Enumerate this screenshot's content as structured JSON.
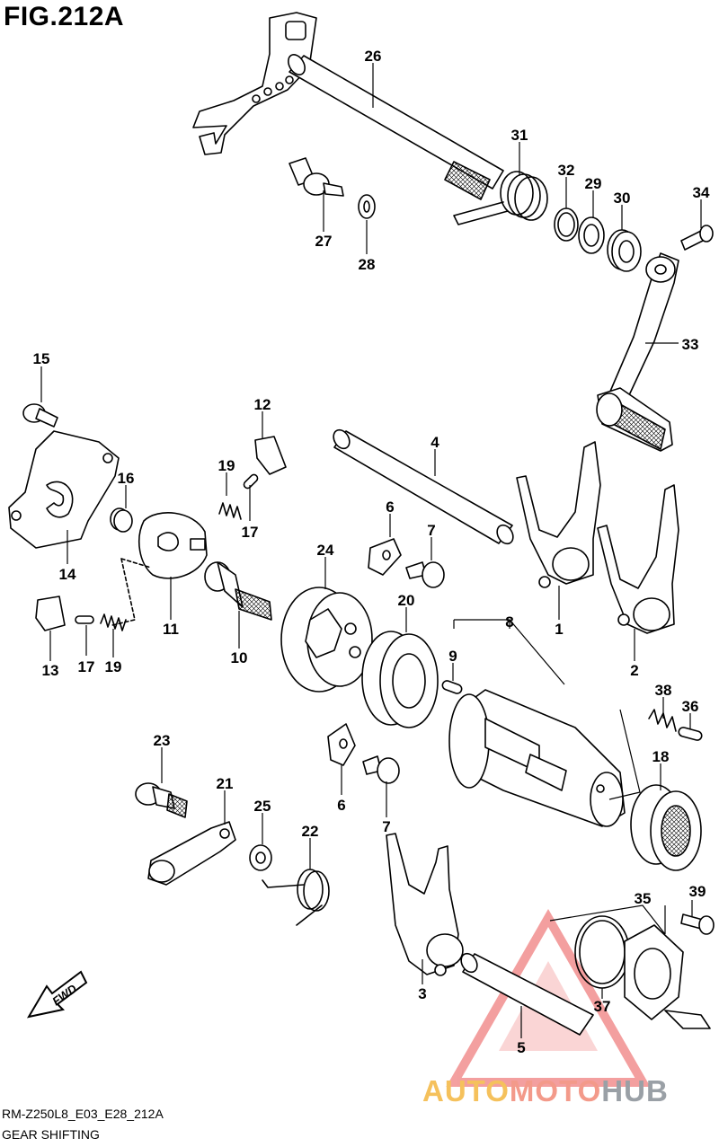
{
  "figure": {
    "title": "FIG.212A",
    "code": "RM-Z250L8_E03_E28_212A",
    "name": "GEAR SHIFTING"
  },
  "direction_badge": "FWD",
  "watermark": {
    "part1": "AUTO",
    "part2": "MOTO",
    "part3": "HUB",
    "color": "#f08080"
  },
  "callouts": [
    {
      "label": "26"
    },
    {
      "label": "31"
    },
    {
      "label": "32"
    },
    {
      "label": "29"
    },
    {
      "label": "30"
    },
    {
      "label": "34"
    },
    {
      "label": "27"
    },
    {
      "label": "28"
    },
    {
      "label": "33"
    },
    {
      "label": "15"
    },
    {
      "label": "12"
    },
    {
      "label": "4"
    },
    {
      "label": "16"
    },
    {
      "label": "19"
    },
    {
      "label": "17"
    },
    {
      "label": "6"
    },
    {
      "label": "7"
    },
    {
      "label": "24"
    },
    {
      "label": "14"
    },
    {
      "label": "20"
    },
    {
      "label": "8"
    },
    {
      "label": "1"
    },
    {
      "label": "13"
    },
    {
      "label": "17"
    },
    {
      "label": "19"
    },
    {
      "label": "11"
    },
    {
      "label": "10"
    },
    {
      "label": "9"
    },
    {
      "label": "2"
    },
    {
      "label": "38"
    },
    {
      "label": "36"
    },
    {
      "label": "23"
    },
    {
      "label": "18"
    },
    {
      "label": "21"
    },
    {
      "label": "6"
    },
    {
      "label": "25"
    },
    {
      "label": "22"
    },
    {
      "label": "7"
    },
    {
      "label": "35"
    },
    {
      "label": "39"
    },
    {
      "label": "37"
    },
    {
      "label": "3"
    },
    {
      "label": "5"
    }
  ]
}
